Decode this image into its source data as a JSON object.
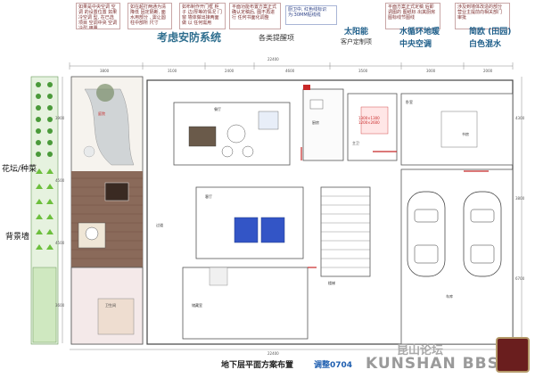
{
  "header": {
    "system_title": "考虑安防系统",
    "item_heading": "各类提醒项",
    "custom_heading": "客户定制项",
    "note_blue": "厨卫中, 红色线标识为:30MM贴线线",
    "notes_pink": [
      "如果是中央空调 空调 的设置位置 如果冷空调 型, 在已选项目 空调中央 空调 冷型 用量",
      "如在超打两通为清降低 固定隔断, 面水用部分 , 需让圆柱中部所 尺寸",
      "如布制作开门框 柜子 边/厚等的情况 门窗 墙体做出接两面做 以 任何需用",
      "平面功能布置方案正式 确认定稿后, 图不再进行 任何书面化调整",
      "平面方案正式定稿 后即调图的 图纸标 出其厨房图标线节图线",
      "涉及到墙体改造的部分 营业主提前向相关部门 审批"
    ],
    "custom_items": [
      {
        "label": "太阳能",
        "color": "#1f7fb0"
      },
      {
        "label": "水循环地暖",
        "color": "#1f7fb0"
      },
      {
        "label": "简欧 (田园)",
        "color": "#1f7fb0"
      },
      {
        "label": "中央空调",
        "color": "#1f7fb0"
      },
      {
        "label": "白色混水",
        "color": "#1f7fb0"
      }
    ]
  },
  "plan": {
    "side_labels": {
      "flower_bed": "花坛/种菜",
      "back_wall": "背景墙"
    },
    "dimensions": {
      "top_total": "22400",
      "top_segments": [
        "3800",
        "3100",
        "2400",
        "4600",
        "3500",
        "3000",
        "2000"
      ],
      "left_segments": [
        "3900",
        "4500",
        "4500",
        "3600"
      ],
      "right_segments": [
        "4300",
        "3800",
        "6700"
      ],
      "bottom_total": "22400"
    },
    "room_labels": [
      "餐厅",
      "厨房",
      "客厅",
      "卧室",
      "主卫",
      "车库",
      "楼梯",
      "储藏室",
      "庭院",
      "卫生间",
      "过道",
      "书房"
    ],
    "wall_text": "1300×1300 1200×2600",
    "accent_colors": {
      "wall": "#555555",
      "wood": "#8a6a5a",
      "pond": "#2e4fa8",
      "green": "#3c8a3c",
      "warning": "#c82828"
    }
  },
  "footer": {
    "title": "地下层平面方案布置",
    "revision": "调整0704"
  },
  "watermark": {
    "forum": "昆山论坛",
    "site": "KUNSHAN BBS"
  }
}
